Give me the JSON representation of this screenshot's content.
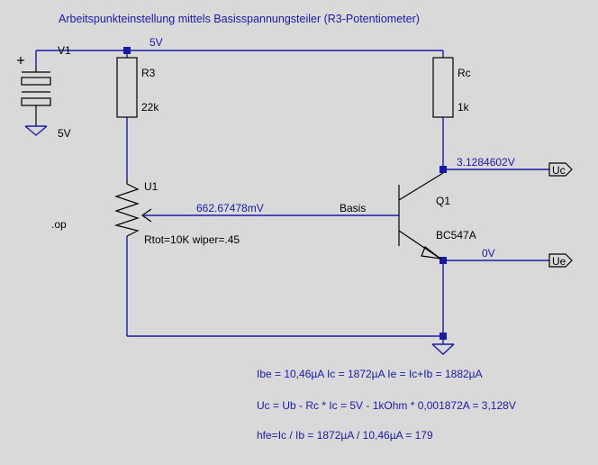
{
  "title": "Arbeitspunkteinstellung mittels Basisspannungsteiler (R3-Potentiometer)",
  "source": {
    "ref": "V1",
    "value": "5V"
  },
  "net_5v_label": "5V",
  "r3": {
    "ref": "R3",
    "value": "22k"
  },
  "rc": {
    "ref": "Rc",
    "value": "1k"
  },
  "pot": {
    "ref": "U1",
    "params": "Rtot=10K wiper=.45"
  },
  "transistor": {
    "ref": "Q1",
    "model": "BC547A"
  },
  "base_net_label": "Basis",
  "base_voltage": "662.67478mV",
  "collector_voltage": "3.1284602V",
  "emitter_voltage": "0V",
  "port_uc": "Uc",
  "port_ue": "Ue",
  "directive": ".op",
  "notes": [
    "Ibe = 10,46µA Ic =  1872µA Ie = Ic+Ib = 1882µA",
    "Uc = Ub - Rc * Ic = 5V - 1kOhm * 0,001872A = 3,128V",
    "hfe=Ic / Ib = 1872µA / 10,46µA = 179"
  ]
}
